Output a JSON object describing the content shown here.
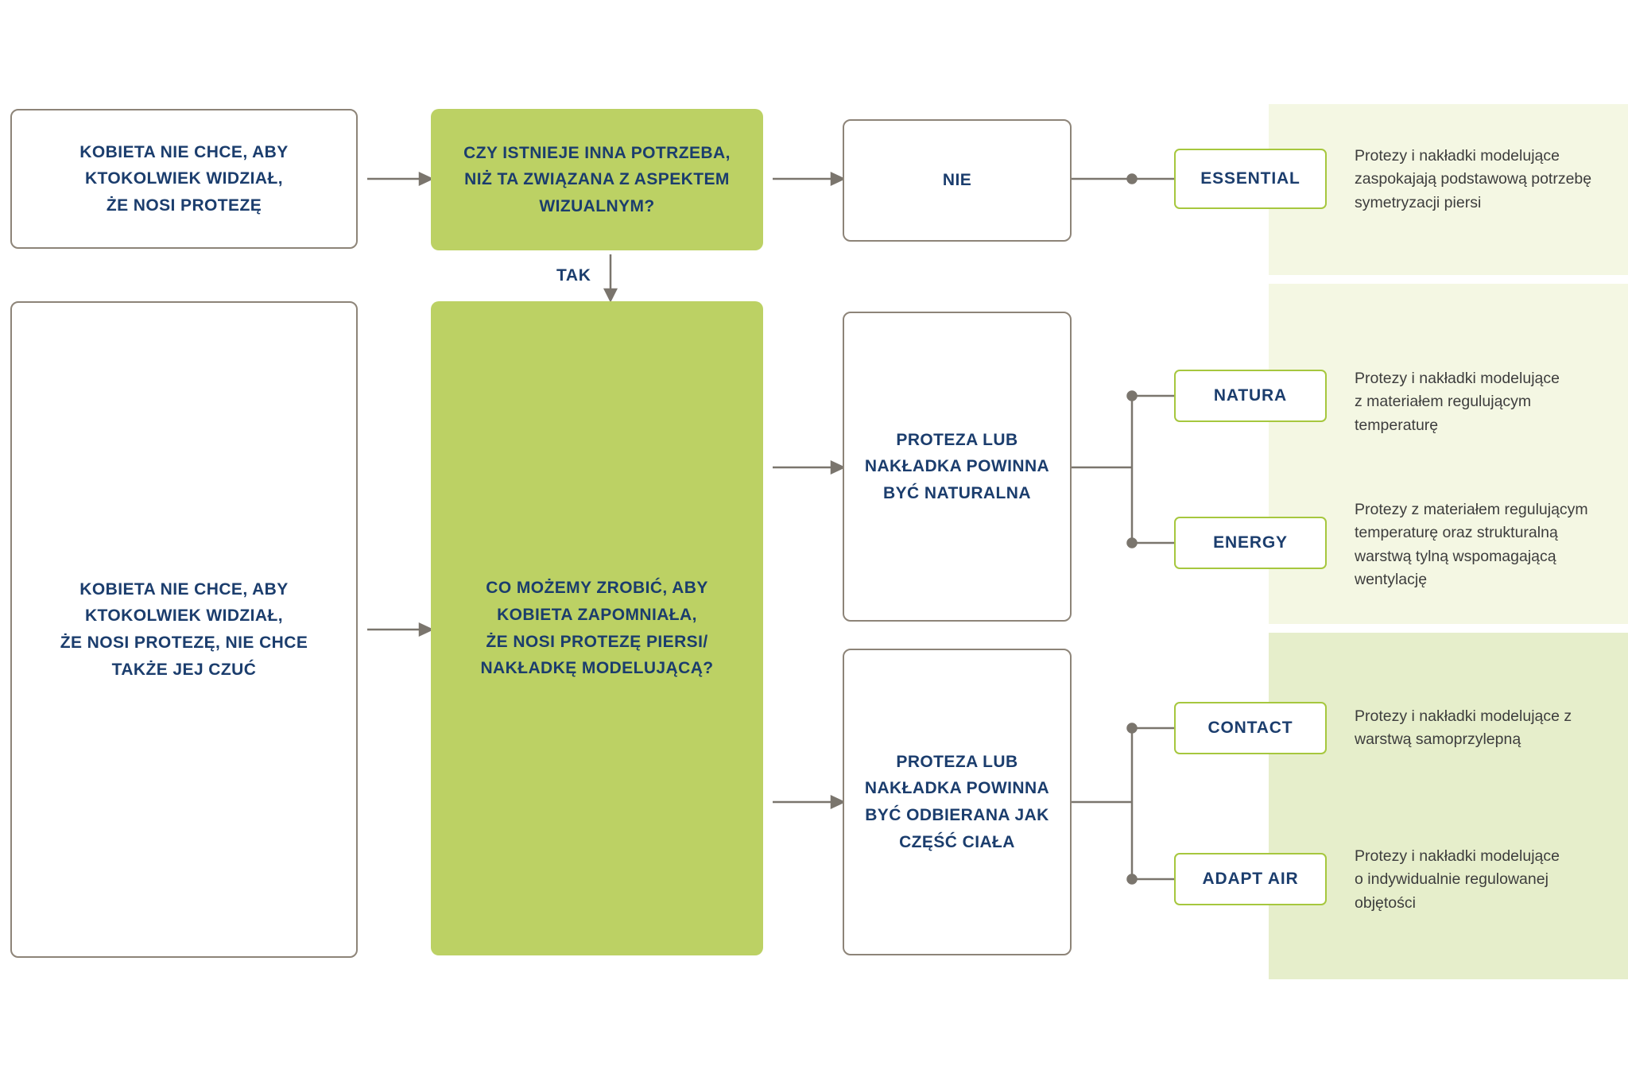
{
  "colors": {
    "accent_green": "#bcd164",
    "label_border_green": "#a6c73e",
    "navy_text": "#1b3d6d",
    "box_border_gray": "#8d8478",
    "panel_light": "#f4f7e3",
    "panel_dark": "#e6eecb",
    "connector_gray": "#7a756d"
  },
  "flow": {
    "box_hide": "KOBIETA NIE CHCE, ABY\nKTOKOLWIEK WIDZIAŁ,\nŻE NOSI PROTEZĘ",
    "question_other_need": "CZY ISTNIEJE INNA POTRZEBA,\nNIŻ TA ZWIĄZANA Z ASPEKTEM\nWIZUALNYM?",
    "no_label": "NIE",
    "yes_label": "TAK",
    "box_hide_feel": "KOBIETA NIE CHCE, ABY\nKTOKOLWIEK WIDZIAŁ,\nŻE NOSI PROTEZĘ, NIE CHCE\nTAKŻE JEJ CZUĆ",
    "question_forget": "CO MOŻEMY ZROBIĆ, ABY\nKOBIETA ZAPOMNIAŁA,\nŻE NOSI PROTEZĘ PIERSI/\nNAKŁADKĘ MODELUJĄCĄ?",
    "result_natural": "PROTEZA LUB\nNAKŁADKA POWINNA\nBYĆ NATURALNA",
    "result_body_part": "PROTEZA LUB\nNAKŁADKA POWINNA\nBYĆ ODBIERANA JAK\nCZĘŚĆ CIAŁA"
  },
  "products": [
    {
      "name": "ESSENTIAL",
      "description": "Protezy i nakładki modelujące\nzaspokajają podstawową potrzebę\nsymetryzacji piersi"
    },
    {
      "name": "NATURA",
      "description": "Protezy i nakładki modelujące\nz materiałem regulującym\ntemperaturę"
    },
    {
      "name": "ENERGY",
      "description": "Protezy z materiałem regulującym\ntemperaturę oraz strukturalną\nwarstwą tylną wspomagającą\nwentylację"
    },
    {
      "name": "CONTACT",
      "description": "Protezy i nakładki modelujące z\nwarstwą samoprzylepną"
    },
    {
      "name": "ADAPT AIR",
      "description": "Protezy i nakładki modelujące\no indywidualnie regulowanej\nobjętości"
    }
  ]
}
